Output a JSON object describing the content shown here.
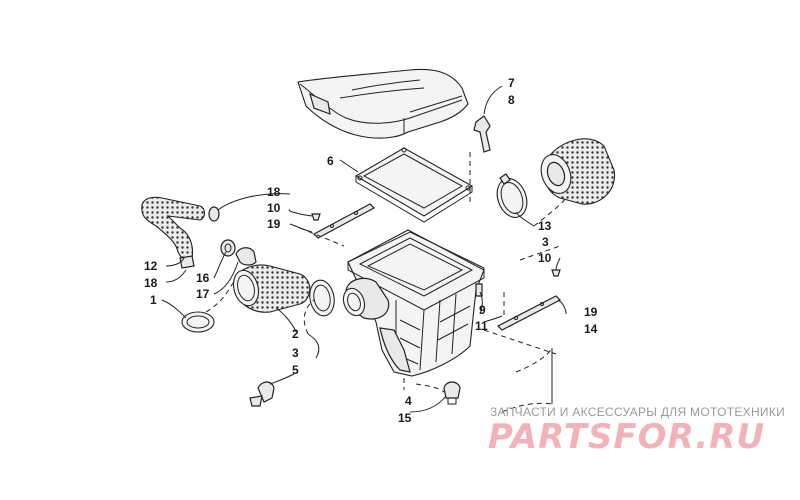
{
  "callouts": [
    {
      "id": "c7",
      "text": "7"
    },
    {
      "id": "c8",
      "text": "8"
    },
    {
      "id": "c6",
      "text": "6"
    },
    {
      "id": "c18a",
      "text": "18"
    },
    {
      "id": "c10a",
      "text": "10"
    },
    {
      "id": "c19a",
      "text": "19"
    },
    {
      "id": "c13",
      "text": "13"
    },
    {
      "id": "c3a",
      "text": "3"
    },
    {
      "id": "c10b",
      "text": "10"
    },
    {
      "id": "c12",
      "text": "12"
    },
    {
      "id": "c18b",
      "text": "18"
    },
    {
      "id": "c16",
      "text": "16"
    },
    {
      "id": "c17",
      "text": "17"
    },
    {
      "id": "c1",
      "text": "1"
    },
    {
      "id": "c9",
      "text": "9"
    },
    {
      "id": "c11",
      "text": "11"
    },
    {
      "id": "c19b",
      "text": "19"
    },
    {
      "id": "c14",
      "text": "14"
    },
    {
      "id": "c2",
      "text": "2"
    },
    {
      "id": "c3b",
      "text": "3"
    },
    {
      "id": "c5",
      "text": "5"
    },
    {
      "id": "c4",
      "text": "4"
    },
    {
      "id": "c15",
      "text": "15"
    }
  ],
  "watermark": {
    "tagline": "ЗАПЧАСТИ И АКСЕССУАРЫ ДЛЯ МОТОТЕХНИКИ",
    "logo": "PARTSFOR.RU",
    "logo_color": "#f1b3b8"
  }
}
